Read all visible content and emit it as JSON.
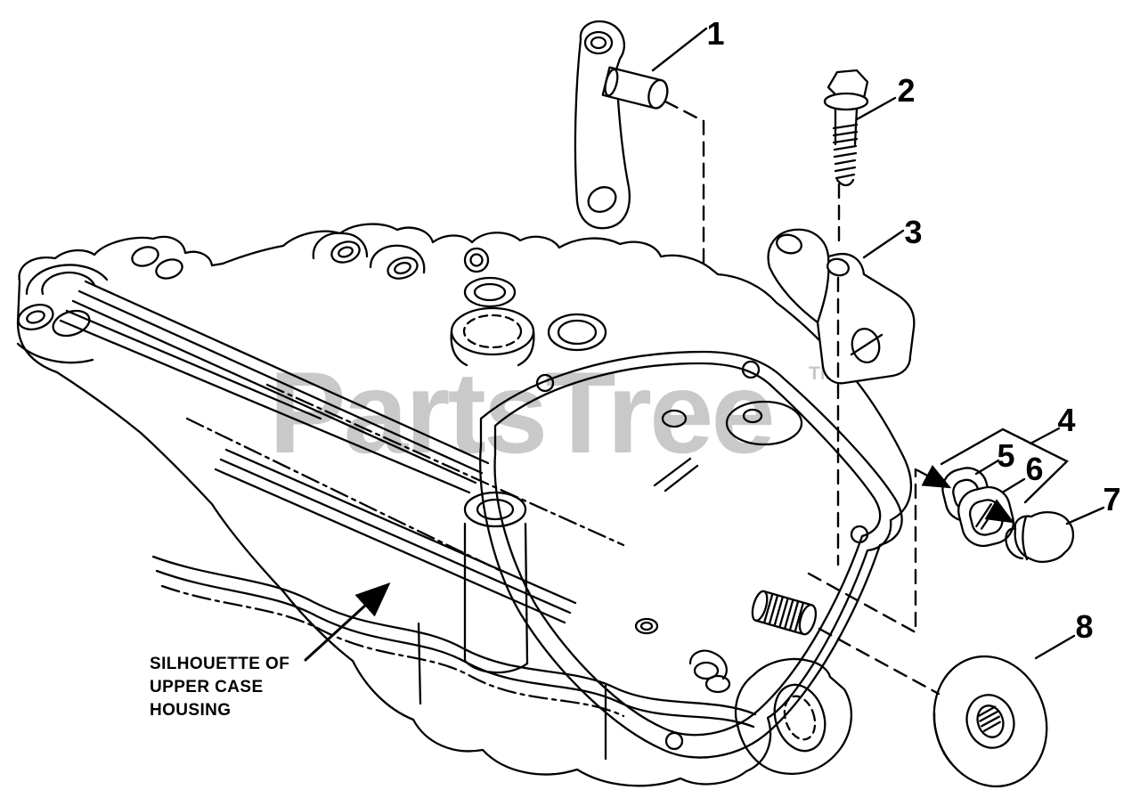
{
  "page": {
    "background_color": "#ffffff",
    "line_color": "#000000"
  },
  "watermark": {
    "text": "PartsTree",
    "trademark": "TM",
    "color": "#c9c9c9"
  },
  "callouts": [
    {
      "label": "1"
    },
    {
      "label": "2"
    },
    {
      "label": "3"
    },
    {
      "label": "4"
    },
    {
      "label": "5"
    },
    {
      "label": "6"
    },
    {
      "label": "7"
    },
    {
      "label": "8"
    }
  ],
  "note": {
    "line1": "SILHOUETTE OF",
    "line2": "UPPER CASE",
    "line3": "HOUSING"
  }
}
